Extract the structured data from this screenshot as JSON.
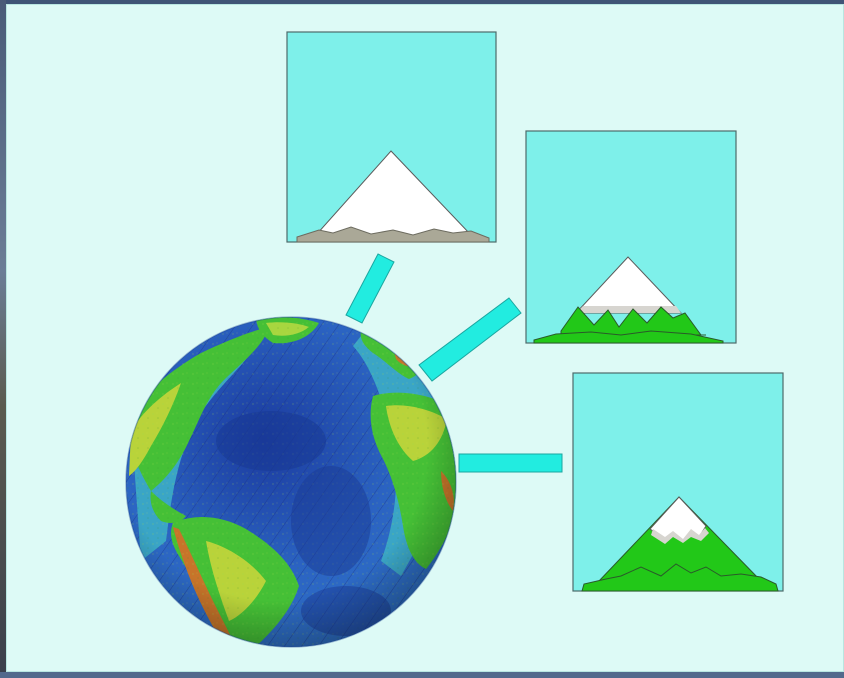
{
  "colors": {
    "slide_background": "#ddfaf6",
    "panel_sky": "#7ef0ea",
    "connector": "#22ece0",
    "snow": "#ffffff",
    "snow_shadow": "#d7d5d0",
    "vegetation": "#22c818",
    "rock": "#aaa897",
    "ocean_deep": "#1d3fa6",
    "ocean_mid": "#2c69c8",
    "shelf": "#39a9c4",
    "land_low": "#45c036",
    "land_mid": "#b8d23a",
    "land_high": "#c7742a"
  },
  "panels": [
    {
      "id": "panel-1",
      "vegetation": "none",
      "rock_base": true
    },
    {
      "id": "panel-2",
      "vegetation": "base",
      "rock_base": false
    },
    {
      "id": "panel-3",
      "vegetation": "lower-slopes",
      "rock_base": false
    }
  ]
}
